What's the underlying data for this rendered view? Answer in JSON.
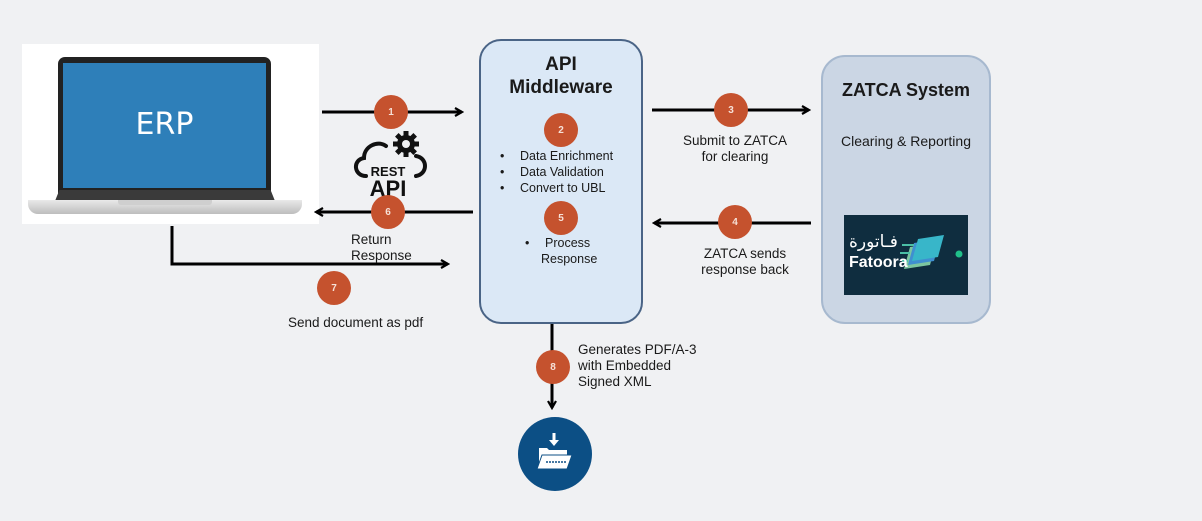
{
  "erp": {
    "label": "ERP"
  },
  "rest_api": {
    "top": "REST",
    "bottom": "API"
  },
  "middleware": {
    "title_line1": "API",
    "title_line2": "Middleware",
    "step2_items": [
      "Data Enrichment",
      "Data Validation",
      "Convert  to UBL"
    ],
    "step5_items": [
      "Process",
      "Response"
    ],
    "bullet": "•"
  },
  "zatca": {
    "title": "ZATCA System",
    "subtitle": "Clearing & Reporting",
    "logo_arabic": "فـاتورة",
    "logo_english": "Fatoora"
  },
  "steps": [
    {
      "number": "1",
      "label": ""
    },
    {
      "number": "2",
      "label": ""
    },
    {
      "number": "3",
      "label_line1": "Submit to ZATCA",
      "label_line2": "for clearing"
    },
    {
      "number": "4",
      "label_line1": "ZATCA  sends",
      "label_line2": "response back"
    },
    {
      "number": "5",
      "label": ""
    },
    {
      "number": "6",
      "label_line1": "Return",
      "label_line2": "Response"
    },
    {
      "number": "7",
      "label": "Send document as pdf"
    },
    {
      "number": "8",
      "label_line1": "Generates PDF/A-3",
      "label_line2": "with Embedded",
      "label_line3": "Signed XML"
    }
  ],
  "colors": {
    "badge": "#c5522e",
    "middleware_fill": "#dbe8f6",
    "middleware_border": "#4a6486",
    "zatca_fill": "#cbd6e4",
    "erp_screen": "#2e7fb9",
    "pdf_icon_bg": "#0c4f85",
    "fatoora_bg": "#0f2d3f"
  },
  "icons": {
    "laptop": "laptop-icon",
    "rest_api": "cloud-gear-icon",
    "pdf_download": "folder-download-icon",
    "fatoora_logo": "fatoora-logo"
  }
}
